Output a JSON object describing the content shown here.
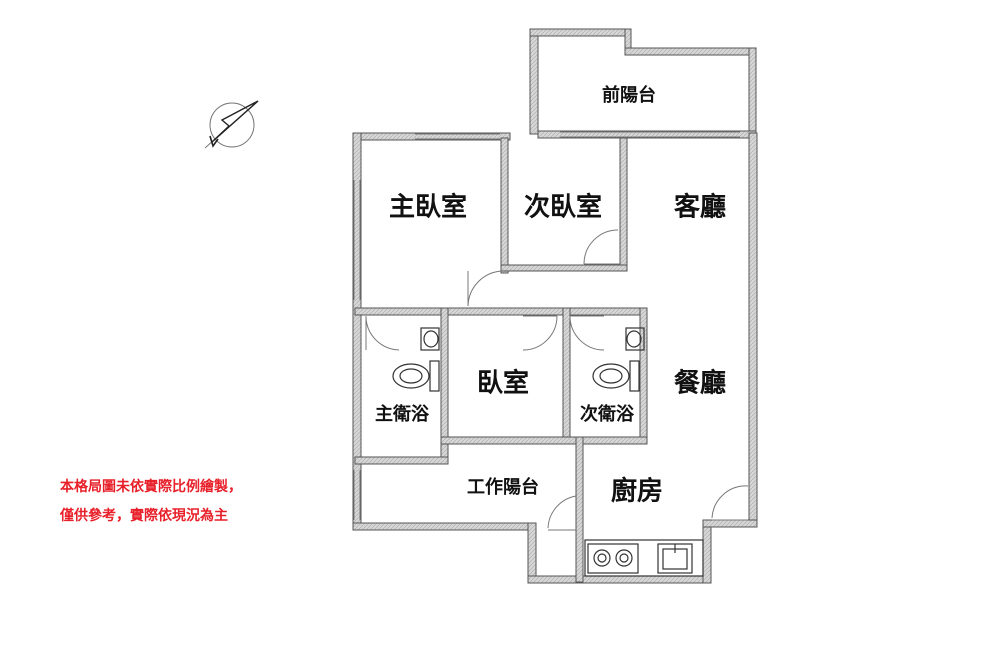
{
  "rooms": {
    "front_balcony": "前陽台",
    "master_bedroom": "主臥室",
    "second_bedroom": "次臥室",
    "living_room": "客廳",
    "bedroom": "臥室",
    "dining_room": "餐廳",
    "master_bath": "主衛浴",
    "second_bath": "次衛浴",
    "work_balcony": "工作陽台",
    "kitchen": "廚房"
  },
  "note": {
    "line1": "本格局圖未依實際比例繪製，",
    "line2": "僅供參考，實際依現況為主",
    "color": "#e8202a"
  },
  "colors": {
    "wall_fill": "#cfcfcf",
    "wall_stroke": "#555555",
    "text": "#111111"
  },
  "icons": {
    "compass": "compass-icon",
    "stove": "stove-icon",
    "sink": "sink-icon",
    "toilet": "toilet-icon",
    "washbasin": "washbasin-icon"
  }
}
